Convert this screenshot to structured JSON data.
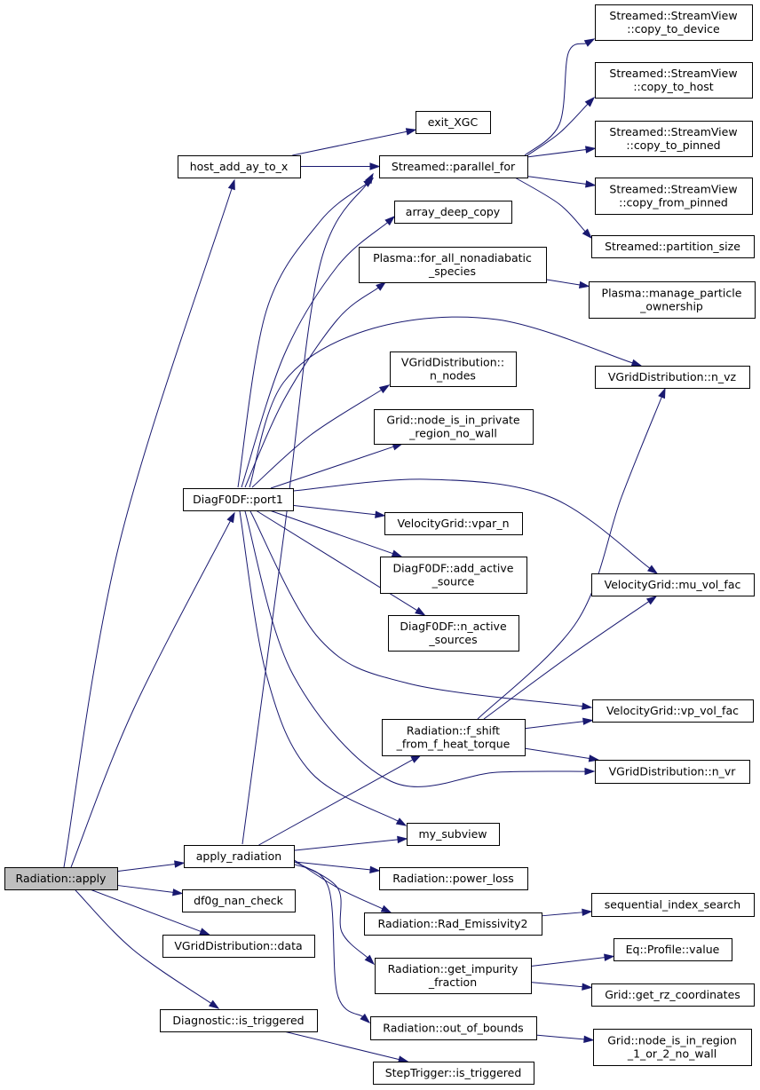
{
  "nodes": [
    {
      "id": "radiation_apply",
      "label": [
        "Radiation::apply"
      ],
      "root": true
    },
    {
      "id": "host_add_ay_to_x",
      "label": [
        "host_add_ay_to_x"
      ]
    },
    {
      "id": "diagf0df_port1",
      "label": [
        "DiagF0DF::port1"
      ]
    },
    {
      "id": "apply_radiation",
      "label": [
        "apply_radiation"
      ]
    },
    {
      "id": "df0g_nan_check",
      "label": [
        "df0g_nan_check"
      ]
    },
    {
      "id": "vgriddistribution_data",
      "label": [
        "VGridDistribution::data"
      ]
    },
    {
      "id": "diagnostic_is_triggered",
      "label": [
        "Diagnostic::is_triggered"
      ]
    },
    {
      "id": "exit_xgc",
      "label": [
        "exit_XGC"
      ]
    },
    {
      "id": "streamed_parallel_for",
      "label": [
        "Streamed::parallel_for"
      ]
    },
    {
      "id": "array_deep_copy",
      "label": [
        "array_deep_copy"
      ]
    },
    {
      "id": "plasma_for_all_nonadiabatic_species",
      "label": [
        "Plasma::for_all_nonadiabatic",
        "_species"
      ]
    },
    {
      "id": "vgriddistribution_n_nodes",
      "label": [
        "VGridDistribution::",
        "n_nodes"
      ]
    },
    {
      "id": "grid_node_is_in_private_region_no_wall",
      "label": [
        "Grid::node_is_in_private",
        "_region_no_wall"
      ]
    },
    {
      "id": "velocitygrid_vpar_n",
      "label": [
        "VelocityGrid::vpar_n"
      ]
    },
    {
      "id": "diagf0df_add_active_source",
      "label": [
        "DiagF0DF::add_active",
        "_source"
      ]
    },
    {
      "id": "diagf0df_n_active_sources",
      "label": [
        "DiagF0DF::n_active",
        "_sources"
      ]
    },
    {
      "id": "radiation_f_shift_from_f_heat_torque",
      "label": [
        "Radiation::f_shift",
        "_from_f_heat_torque"
      ]
    },
    {
      "id": "my_subview",
      "label": [
        "my_subview"
      ]
    },
    {
      "id": "radiation_power_loss",
      "label": [
        "Radiation::power_loss"
      ]
    },
    {
      "id": "radiation_rad_emissivity2",
      "label": [
        "Radiation::Rad_Emissivity2"
      ]
    },
    {
      "id": "radiation_get_impurity_fraction",
      "label": [
        "Radiation::get_impurity",
        "_fraction"
      ]
    },
    {
      "id": "radiation_out_of_bounds",
      "label": [
        "Radiation::out_of_bounds"
      ]
    },
    {
      "id": "steptrigger_is_triggered",
      "label": [
        "StepTrigger::is_triggered"
      ]
    },
    {
      "id": "streamed_streamview_copy_to_device",
      "label": [
        "Streamed::StreamView",
        "::copy_to_device"
      ]
    },
    {
      "id": "streamed_streamview_copy_to_host",
      "label": [
        "Streamed::StreamView",
        "::copy_to_host"
      ]
    },
    {
      "id": "streamed_streamview_copy_to_pinned",
      "label": [
        "Streamed::StreamView",
        "::copy_to_pinned"
      ]
    },
    {
      "id": "streamed_streamview_copy_from_pinned",
      "label": [
        "Streamed::StreamView",
        "::copy_from_pinned"
      ]
    },
    {
      "id": "streamed_partition_size",
      "label": [
        "Streamed::partition_size"
      ]
    },
    {
      "id": "plasma_manage_particle_ownership",
      "label": [
        "Plasma::manage_particle",
        "_ownership"
      ]
    },
    {
      "id": "vgriddistribution_n_vz",
      "label": [
        "VGridDistribution::n_vz"
      ]
    },
    {
      "id": "velocitygrid_mu_vol_fac",
      "label": [
        "VelocityGrid::mu_vol_fac"
      ]
    },
    {
      "id": "velocitygrid_vp_vol_fac",
      "label": [
        "VelocityGrid::vp_vol_fac"
      ]
    },
    {
      "id": "vgriddistribution_n_vr",
      "label": [
        "VGridDistribution::n_vr"
      ]
    },
    {
      "id": "sequential_index_search",
      "label": [
        "sequential_index_search"
      ]
    },
    {
      "id": "eq_profile_value",
      "label": [
        "Eq::Profile::value"
      ]
    },
    {
      "id": "grid_get_rz_coordinates",
      "label": [
        "Grid::get_rz_coordinates"
      ]
    },
    {
      "id": "grid_node_is_in_region_1_or_2_no_wall",
      "label": [
        "Grid::node_is_in_region",
        "_1_or_2_no_wall"
      ]
    }
  ],
  "edges": [
    [
      "radiation_apply",
      "host_add_ay_to_x"
    ],
    [
      "radiation_apply",
      "diagf0df_port1"
    ],
    [
      "radiation_apply",
      "apply_radiation"
    ],
    [
      "radiation_apply",
      "df0g_nan_check"
    ],
    [
      "radiation_apply",
      "vgriddistribution_data"
    ],
    [
      "radiation_apply",
      "diagnostic_is_triggered"
    ],
    [
      "host_add_ay_to_x",
      "exit_xgc"
    ],
    [
      "host_add_ay_to_x",
      "streamed_parallel_for"
    ],
    [
      "streamed_parallel_for",
      "streamed_streamview_copy_to_device"
    ],
    [
      "streamed_parallel_for",
      "streamed_streamview_copy_to_host"
    ],
    [
      "streamed_parallel_for",
      "streamed_streamview_copy_to_pinned"
    ],
    [
      "streamed_parallel_for",
      "streamed_streamview_copy_from_pinned"
    ],
    [
      "streamed_parallel_for",
      "streamed_partition_size"
    ],
    [
      "diagf0df_port1",
      "streamed_parallel_for"
    ],
    [
      "diagf0df_port1",
      "array_deep_copy"
    ],
    [
      "diagf0df_port1",
      "plasma_for_all_nonadiabatic_species"
    ],
    [
      "diagf0df_port1",
      "vgriddistribution_n_vz"
    ],
    [
      "diagf0df_port1",
      "vgriddistribution_n_nodes"
    ],
    [
      "diagf0df_port1",
      "grid_node_is_in_private_region_no_wall"
    ],
    [
      "diagf0df_port1",
      "velocitygrid_mu_vol_fac"
    ],
    [
      "diagf0df_port1",
      "velocitygrid_vpar_n"
    ],
    [
      "diagf0df_port1",
      "diagf0df_add_active_source"
    ],
    [
      "diagf0df_port1",
      "diagf0df_n_active_sources"
    ],
    [
      "diagf0df_port1",
      "velocitygrid_vp_vol_fac"
    ],
    [
      "diagf0df_port1",
      "vgriddistribution_n_vr"
    ],
    [
      "diagf0df_port1",
      "my_subview"
    ],
    [
      "plasma_for_all_nonadiabatic_species",
      "plasma_manage_particle_ownership"
    ],
    [
      "apply_radiation",
      "streamed_parallel_for"
    ],
    [
      "apply_radiation",
      "radiation_f_shift_from_f_heat_torque"
    ],
    [
      "apply_radiation",
      "my_subview"
    ],
    [
      "apply_radiation",
      "radiation_power_loss"
    ],
    [
      "apply_radiation",
      "radiation_rad_emissivity2"
    ],
    [
      "apply_radiation",
      "radiation_get_impurity_fraction"
    ],
    [
      "apply_radiation",
      "radiation_out_of_bounds"
    ],
    [
      "radiation_f_shift_from_f_heat_torque",
      "vgriddistribution_n_vz"
    ],
    [
      "radiation_f_shift_from_f_heat_torque",
      "velocitygrid_mu_vol_fac"
    ],
    [
      "radiation_f_shift_from_f_heat_torque",
      "velocitygrid_vp_vol_fac"
    ],
    [
      "radiation_f_shift_from_f_heat_torque",
      "vgriddistribution_n_vr"
    ],
    [
      "radiation_rad_emissivity2",
      "sequential_index_search"
    ],
    [
      "radiation_get_impurity_fraction",
      "eq_profile_value"
    ],
    [
      "radiation_get_impurity_fraction",
      "grid_get_rz_coordinates"
    ],
    [
      "radiation_out_of_bounds",
      "grid_node_is_in_region_1_or_2_no_wall"
    ],
    [
      "diagnostic_is_triggered",
      "steptrigger_is_triggered"
    ]
  ],
  "colors": {
    "edge": "#191970",
    "root_fill": "#bfbfbf",
    "node_fill": "#ffffff",
    "node_border": "#000000"
  }
}
